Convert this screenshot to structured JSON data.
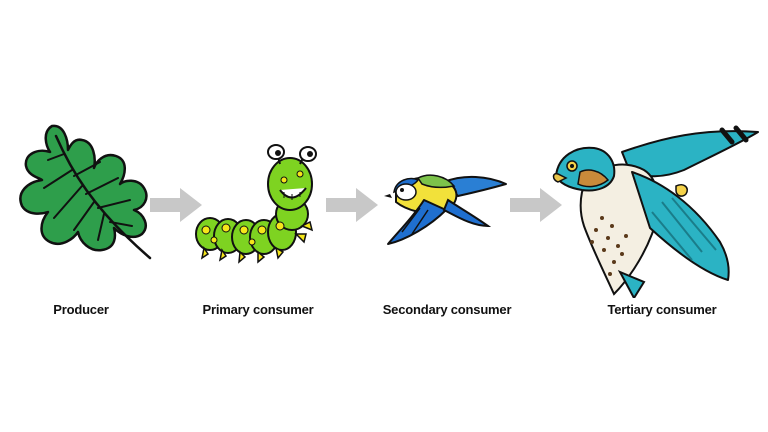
{
  "food_chain": {
    "stages": [
      {
        "label": "Producer",
        "icon": "oak-leaf-icon"
      },
      {
        "label": "Primary consumer",
        "icon": "caterpillar-icon"
      },
      {
        "label": "Secondary consumer",
        "icon": "blue-tit-icon"
      },
      {
        "label": "Tertiary consumer",
        "icon": "hawk-icon"
      }
    ],
    "arrow_color": "#c8c8c8"
  }
}
